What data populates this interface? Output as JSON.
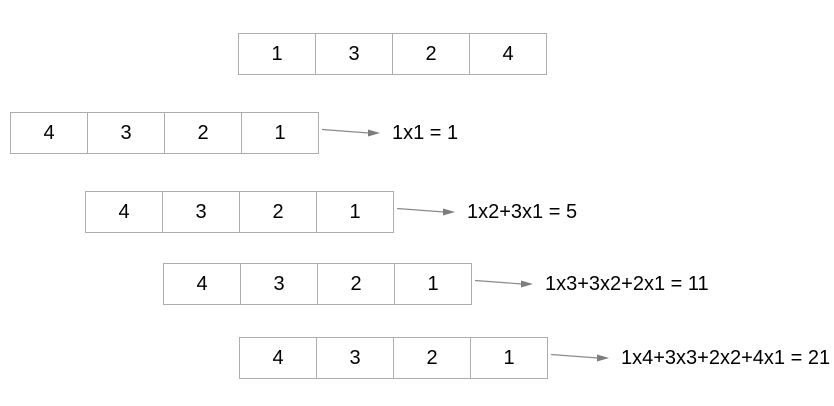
{
  "diagram": {
    "description": "convolution-sliding-window",
    "input_array": {
      "cells": [
        "1",
        "3",
        "2",
        "4"
      ]
    },
    "steps": [
      {
        "cells": [
          "4",
          "3",
          "2",
          "1"
        ],
        "formula": "1x1 = 1"
      },
      {
        "cells": [
          "4",
          "3",
          "2",
          "1"
        ],
        "formula": "1x2+3x1 = 5"
      },
      {
        "cells": [
          "4",
          "3",
          "2",
          "1"
        ],
        "formula": "1x3+3x2+2x1 = 11"
      },
      {
        "cells": [
          "4",
          "3",
          "2",
          "1"
        ],
        "formula": "1x4+3x3+2x2+4x1 = 21"
      }
    ],
    "colors": {
      "border": "#adadad",
      "arrow_line": "#8a8a8a",
      "arrow_head": "#7d7d7d",
      "text": "#000000",
      "background": "#ffffff"
    }
  }
}
